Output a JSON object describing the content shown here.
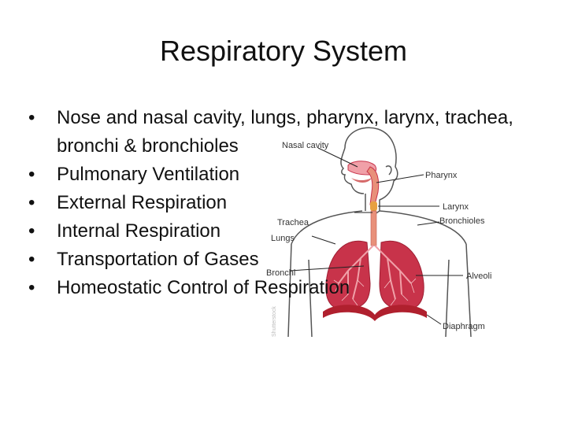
{
  "slide": {
    "title": "Respiratory System",
    "bullets": [
      "Nose and nasal cavity, lungs, pharynx, larynx, trachea, bronchi & bronchioles",
      "Pulmonary Ventilation",
      "External Respiration",
      "Internal Respiration",
      "Transportation of Gases",
      "Homeostatic Control of Respiration"
    ],
    "bullet_glyph": "•"
  },
  "diagram": {
    "labels": {
      "nasal_cavity": "Nasal cavity",
      "pharynx": "Pharynx",
      "larynx": "Larynx",
      "bronchioles": "Bronchioles",
      "trachea": "Trachea",
      "lungs": "Lungs",
      "bronchi": "Bronchi",
      "alveoli": "Alveoli",
      "diaphragm": "Diaphragm"
    },
    "watermark": "Shutterstock",
    "colors": {
      "lung": "#c8334a",
      "lung_dark": "#9e1f33",
      "airway": "#f0a0a8",
      "trachea": "#e8907a",
      "diaphragm": "#b0202e",
      "body_outline": "#555555",
      "leader_line": "#222222"
    }
  }
}
